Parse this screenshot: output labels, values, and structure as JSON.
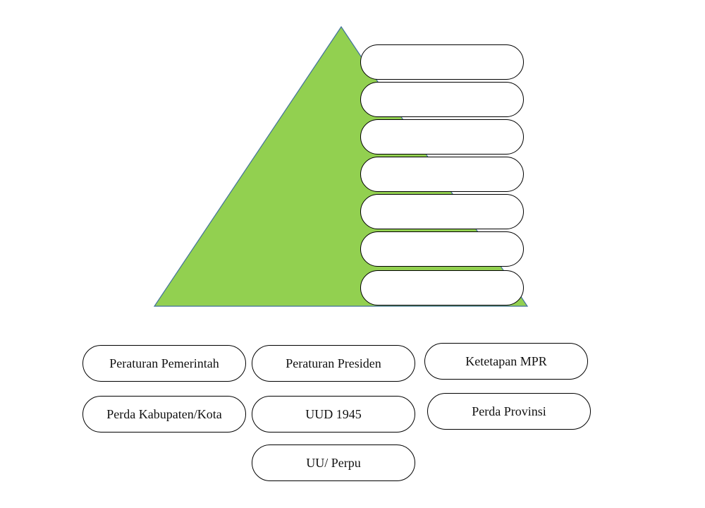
{
  "pyramid": {
    "fill_color": "#92d050",
    "stroke_color": "#41719c"
  },
  "slots": [
    "",
    "",
    "",
    "",
    "",
    "",
    ""
  ],
  "chips": [
    {
      "id": "peraturan-pemerintah",
      "label": "Peraturan Pemerintah"
    },
    {
      "id": "peraturan-presiden",
      "label": "Peraturan Presiden"
    },
    {
      "id": "ketetapan-mpr",
      "label": "Ketetapan MPR"
    },
    {
      "id": "perda-kabupaten-kota",
      "label": "Perda Kabupaten/Kota"
    },
    {
      "id": "uud-1945",
      "label": "UUD 1945"
    },
    {
      "id": "perda-provinsi",
      "label": "Perda Provinsi"
    },
    {
      "id": "uu-perpu",
      "label": "UU/ Perpu"
    }
  ]
}
